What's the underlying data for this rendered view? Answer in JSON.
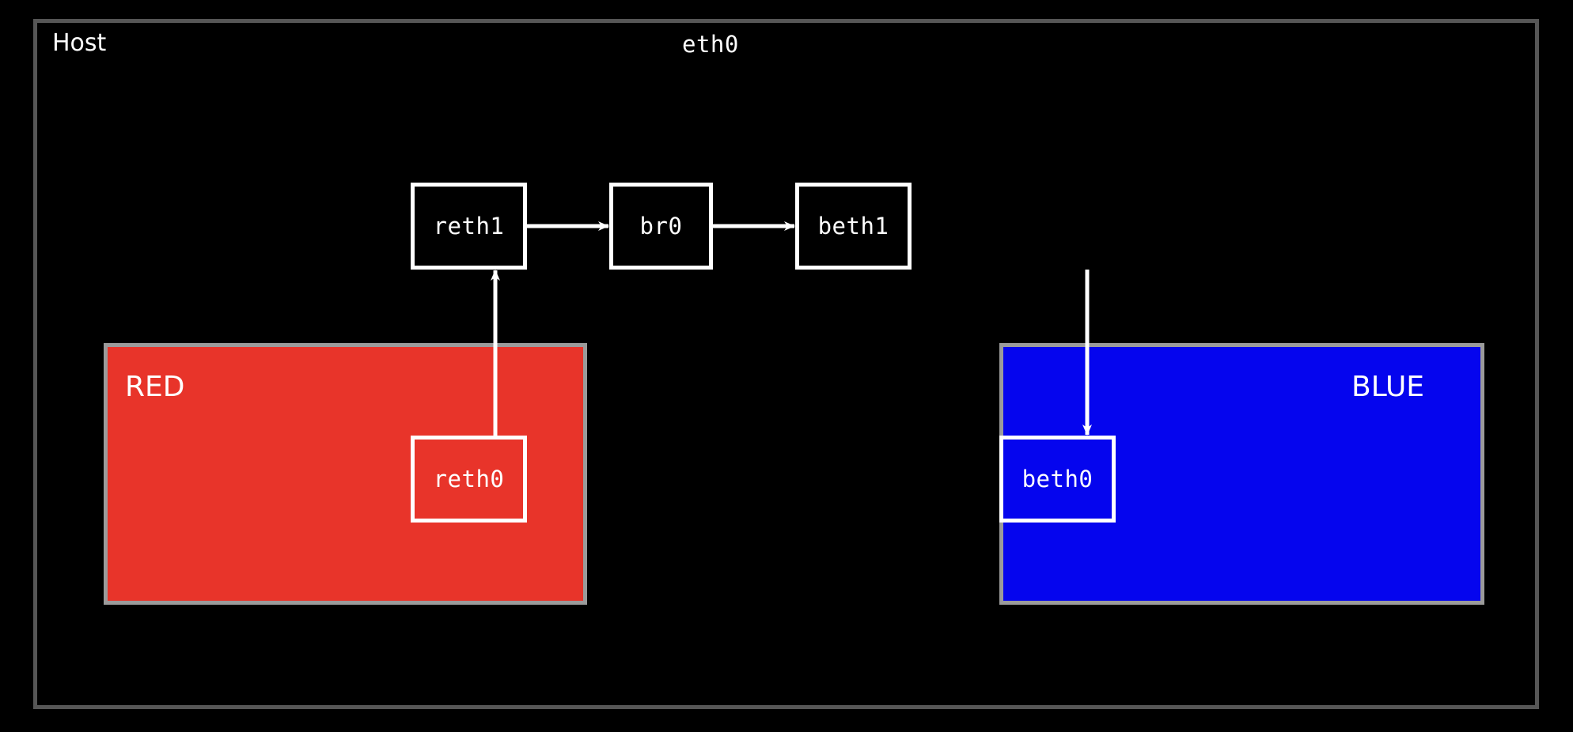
{
  "diagram": {
    "title": "Host",
    "host_interface": "eth0",
    "background": "#000000",
    "frame_color": "#565656",
    "namespaces": [
      {
        "id": "red",
        "label": "RED",
        "fill": "#e8342a",
        "border": "#9b9b9b",
        "label_align": "left"
      },
      {
        "id": "blue",
        "label": "BLUE",
        "fill": "#0505ee",
        "border": "#9b9b9b",
        "label_align": "right"
      }
    ],
    "nodes": [
      {
        "id": "reth1",
        "label": "reth1",
        "scope": "host",
        "fill": "#000000",
        "border": "#ffffff"
      },
      {
        "id": "br0",
        "label": "br0",
        "scope": "host",
        "fill": "#000000",
        "border": "#ffffff"
      },
      {
        "id": "beth1",
        "label": "beth1",
        "scope": "host",
        "fill": "#000000",
        "border": "#ffffff"
      },
      {
        "id": "reth0",
        "label": "reth0",
        "scope": "red",
        "fill": "#e8342a",
        "border": "#ffffff"
      },
      {
        "id": "beth0",
        "label": "beth0",
        "scope": "blue",
        "fill": "#0505ee",
        "border": "#ffffff"
      }
    ],
    "edges": [
      {
        "id": "reth1-br0",
        "from": "reth1",
        "to": "br0",
        "direction": "right",
        "color": "#ffffff"
      },
      {
        "id": "br0-beth1",
        "from": "br0",
        "to": "beth1",
        "direction": "right",
        "color": "#ffffff"
      },
      {
        "id": "reth0-reth1",
        "from": "reth0",
        "to": "reth1",
        "direction": "up",
        "color": "#ffffff"
      },
      {
        "id": "beth1-beth0",
        "from": "beth1",
        "to": "beth0",
        "direction": "down",
        "color": "#ffffff"
      }
    ]
  }
}
